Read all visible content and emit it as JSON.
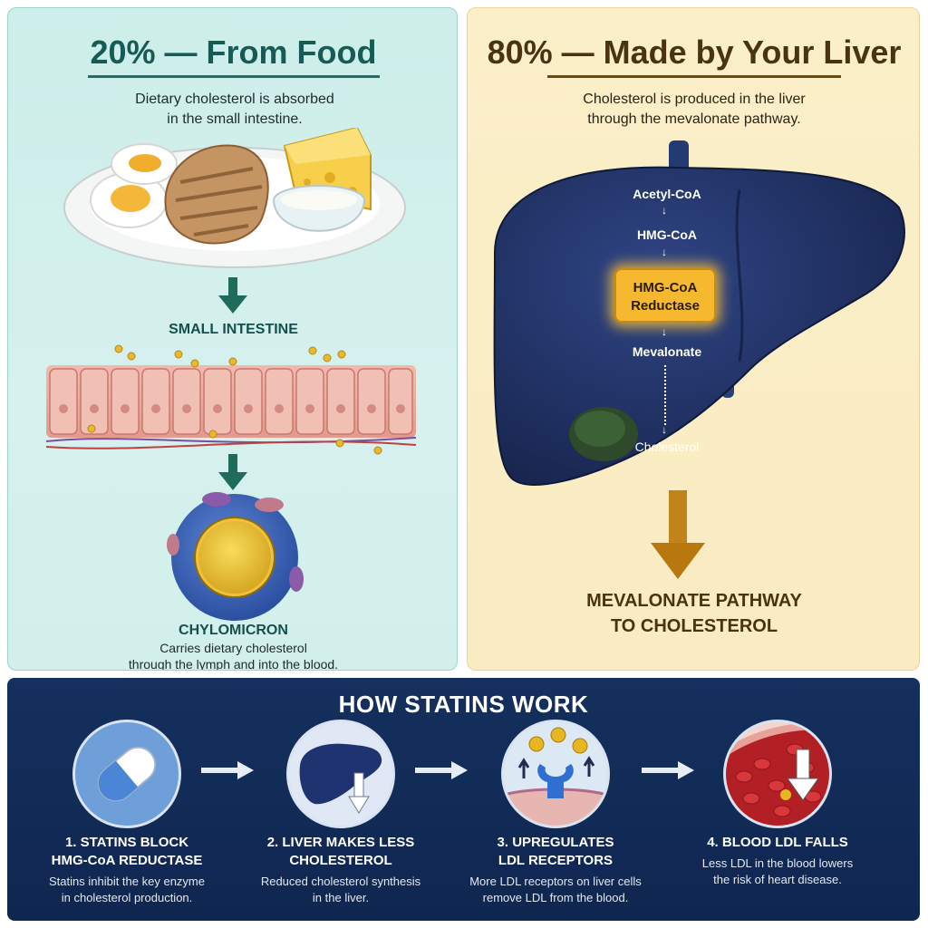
{
  "food": {
    "title": "20% — From Food",
    "subtitle_line1": "Dietary cholesterol is absorbed",
    "subtitle_line2": "in the small intestine.",
    "intestine_label": "SMALL INTESTINE",
    "chylo_label": "CHYLOMICRON",
    "chylo_desc_line1": "Carries dietary cholesterol",
    "chylo_desc_line2": "through the lymph and into the blood."
  },
  "liver": {
    "title": "80% — Made by Your Liver",
    "subtitle_line1": "Cholesterol is produced in the liver",
    "subtitle_line2": "through the mevalonate pathway.",
    "steps": [
      "Acetyl-CoA",
      "HMG-CoA",
      "Mevalonate",
      "Cholesterol"
    ],
    "enzyme_line1": "HMG-CoA",
    "enzyme_line2": "Reductase",
    "bottom_line1": "MEVALONATE PATHWAY",
    "bottom_line2": "TO CHOLESTEROL"
  },
  "statins": {
    "title": "HOW STATINS WORK",
    "steps": [
      {
        "title_line1": "1. STATINS BLOCK",
        "title_line2": "HMG-CoA REDUCTASE",
        "desc_line1": "Statins inhibit the key enzyme",
        "desc_line2": "in cholesterol production."
      },
      {
        "title_line1": "2. LIVER MAKES LESS",
        "title_line2": "CHOLESTEROL",
        "desc_line1": "Reduced cholesterol synthesis",
        "desc_line2": "in the liver."
      },
      {
        "title_line1": "3. UPREGULATES",
        "title_line2": "LDL RECEPTORS",
        "desc_line1": "More LDL receptors on liver cells",
        "desc_line2": "remove LDL from the blood."
      },
      {
        "title_line1": "4. BLOOD LDL FALLS",
        "title_line2": "",
        "desc_line1": "Less LDL in the blood lowers",
        "desc_line2": "the risk of heart disease."
      }
    ]
  },
  "colors": {
    "food_bg": "#cdeeea",
    "liver_bg": "#fbefc9",
    "statins_bg": "#15305e",
    "liver_organ": "#1f2f5e",
    "enzyme_highlight": "#f5b82f",
    "teal_arrow": "#1f6b5c",
    "gold_arrow": "#b8780f"
  },
  "icons": [
    "pill-icon",
    "liver-icon",
    "ldl-receptor-icon",
    "blood-vessel-icon",
    "down-arrow-icon",
    "right-arrow-icon"
  ]
}
